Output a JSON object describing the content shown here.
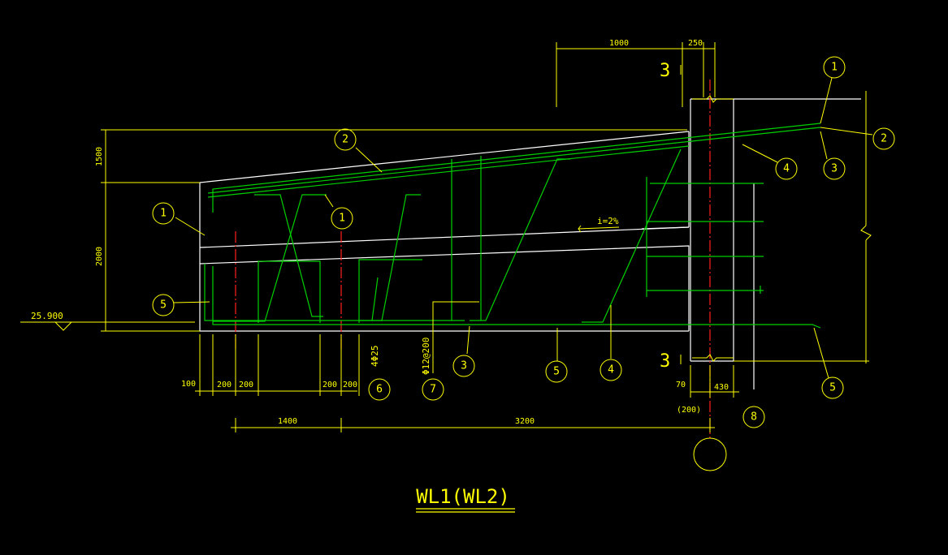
{
  "title": "WL1(WL2)",
  "level_mark": "25.900",
  "slope_label": "i=2%",
  "rebar_label_6": "4Φ25",
  "rebar_label_7": "Φ12@200",
  "section_mark": "3",
  "bottom_note": "(200)",
  "dims": {
    "top_1000": "1000",
    "top_250": "250",
    "left_1500": "1500",
    "left_2000": "2000",
    "b_100": "100",
    "b_200a": "200",
    "b_200b": "200",
    "b_200c": "200",
    "b_200d": "200",
    "b_70": "70",
    "b_430": "430",
    "b_1400": "1400",
    "b_3200": "3200"
  },
  "callouts": {
    "c1_top": "1",
    "c2_right": "2",
    "c3_right": "3",
    "c4_right": "4",
    "c2_top": "2",
    "c1_left": "1",
    "c1_mid": "1",
    "c5_left": "5",
    "c6": "6",
    "c7": "7",
    "c3_bot": "3",
    "c5_bot": "5",
    "c4_bot": "4",
    "c5_right": "5",
    "c8": "8"
  },
  "colors": {
    "outline": "#ffffff",
    "rebar": "#00d000",
    "dimension": "#ffff00",
    "axis": "#ff2020",
    "callout": "#ffff00"
  }
}
